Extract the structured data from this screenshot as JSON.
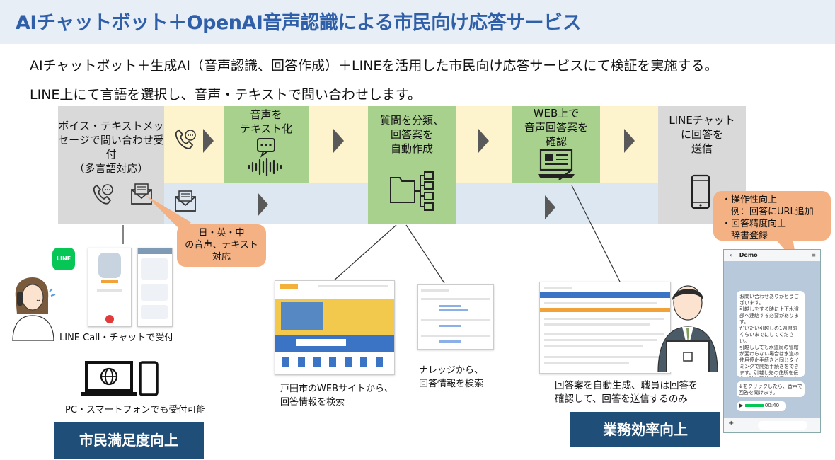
{
  "title": "AIチャットボット＋OpenAI音声認識による市民向け応答サービス",
  "intro": {
    "line1": "AIチャットボット＋生成AI（音声認識、回答作成）＋LINEを活用した市民向け応答サービスにて検証を実施する。",
    "line2": "LINE上にて言語を選択し、音声・テキストで問い合わせします。"
  },
  "steps": [
    {
      "text": "ボイス・テキストメッセージで問い合わせ受付\n（多言語対応）"
    },
    {
      "text": "音声を\nテキスト化"
    },
    {
      "text": "質問を分類、\n回答案を\n自動作成"
    },
    {
      "text": "WEB上で\n音声回答案を\n確認"
    },
    {
      "text": "LINEチャット\nに回答を\n送信"
    }
  ],
  "callouts": {
    "languages": "日・英・中\nの音声、テキスト\n対応",
    "improvements": "・操作性向上\n　例：回答にURL追加\n・回答精度向上\n　辞書登録"
  },
  "labels": {
    "line_logo": "LINE",
    "line_call": "LINE Call・チャットで受付",
    "devices": "PC・スマートフォンでも受付可能",
    "website": "戸田市のWEBサイトから、\n回答情報を検索",
    "knowledge": "ナレッジから、\n回答情報を検索",
    "staff": "回答案を自動生成、職員は回答を\n確認して、回答を送信するのみ"
  },
  "badges": {
    "citizen": "市民満足度向上",
    "efficiency": "業務効率向上"
  },
  "chat": {
    "header": "Demo",
    "message": "お問い合わせありがとうございます。\n引越しをする時に上下水道部へ連絡する必要があります。\nだいたい引越しの1週間前くらいまでにしてください。\n引越ししても水道局の管轄が変わらない場合は水道の使用停止手続きと同じタイミングで開始手続きをできます。引越し先の住所を伝える時に管轄を確認してもらえて、管轄内であれば引越し日に合わせて開栓してくれます。",
    "audio_note": "↓をクリックしたら、音声で回答を聞けます。",
    "audio_time": "00:40"
  },
  "colors": {
    "title": "#2f5fa8",
    "header_bg": "#e8eef6",
    "step_gray": "#d9d9d9",
    "step_green": "#a9d18e",
    "band_yellow": "#fdf3cc",
    "band_blue": "#dde7f2",
    "callout": "#f4b183",
    "badge": "#1f4e79"
  },
  "icons": [
    "phone-chat-icon",
    "mail-icon",
    "speech-to-text-icon",
    "folder-tree-icon",
    "computer-doc-icon",
    "smartphone-icon",
    "laptop-globe-icon"
  ]
}
